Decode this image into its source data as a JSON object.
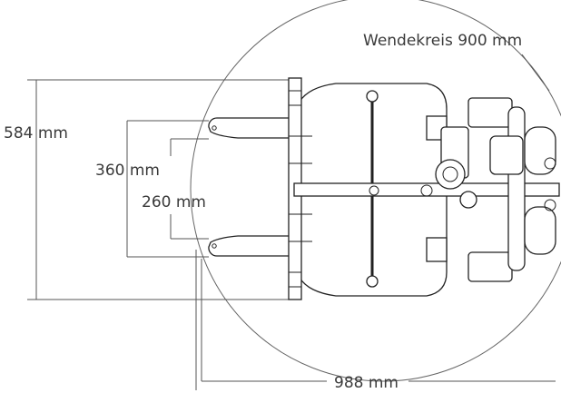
{
  "drawing": {
    "turning_circle_label": "Wendekreis 900 mm",
    "dimensions": {
      "overall_width": "584 mm",
      "outer_fork": "360 mm",
      "inner_fork": "260 mm",
      "overall_length": "988 mm"
    }
  }
}
